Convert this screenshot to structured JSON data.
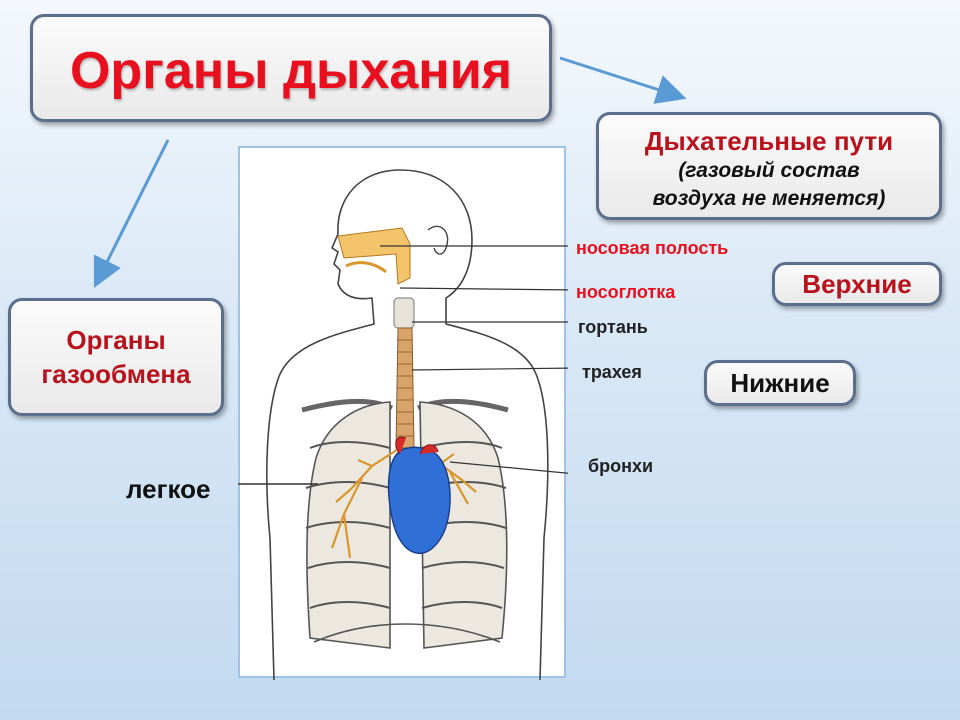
{
  "title": "Органы дыхания",
  "airways": {
    "heading": "Дыхательные пути",
    "note_line1": "(газовый состав",
    "note_line2": "воздуха не меняется)"
  },
  "gas_exchange": {
    "line1": "Органы",
    "line2": "газообмена"
  },
  "upper_label": "Верхние",
  "lower_label": "Нижние",
  "anatomy_labels": {
    "nasal_cavity": "носовая полость",
    "nasopharynx": "носоглотка",
    "larynx": "гортань",
    "trachea": "трахея",
    "bronchi": "бронхи",
    "lung": "легкое"
  },
  "colors": {
    "title_red": "#e8101e",
    "heading_red": "#b8121d",
    "arrow_blue": "#5b9bd5",
    "box_border": "#5b6f8c"
  },
  "icons": [
    "arrow-to-airways-icon",
    "arrow-to-gas-exchange-icon"
  ]
}
